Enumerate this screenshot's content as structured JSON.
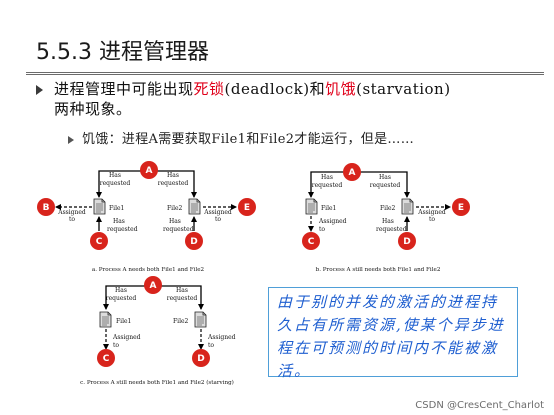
{
  "slide": {
    "title": "5.5.3 进程管理器",
    "bullet1": {
      "prefix": "进程管理中可能出现",
      "deadlock_cn": "死锁",
      "deadlock_en": "(deadlock)和",
      "starvation_cn": "饥饿",
      "starvation_en": "(starvation)",
      "suffix": "两种现象。"
    },
    "bullet2": "饥饿：进程A需要获取File1和File2才能运行，但是……",
    "note": "由于别的并发的激活的进程持久占有所需资源,使某个异步进程在可预测的时间内不能被激活。",
    "watermark": "CSDN @CresCent_Charlot"
  },
  "diagram_labels": {
    "process_a": "A",
    "process_b": "B",
    "process_c": "C",
    "process_d": "D",
    "process_e": "E",
    "file1": "File1",
    "file2": "File2",
    "has": "Has",
    "requested": "requested",
    "assigned": "Assigned",
    "to": "to",
    "caption_a": "a. Process A needs both File1 and File2",
    "caption_b": "b. Process A still needs both File1 and File2",
    "caption_c": "c. Process A still needs both File1 and File2 (starving)"
  },
  "colors": {
    "process_node": "#d8241c",
    "note_text": "#1f5fd0",
    "note_border": "#4f9fd8",
    "highlight": "#e0001a"
  }
}
